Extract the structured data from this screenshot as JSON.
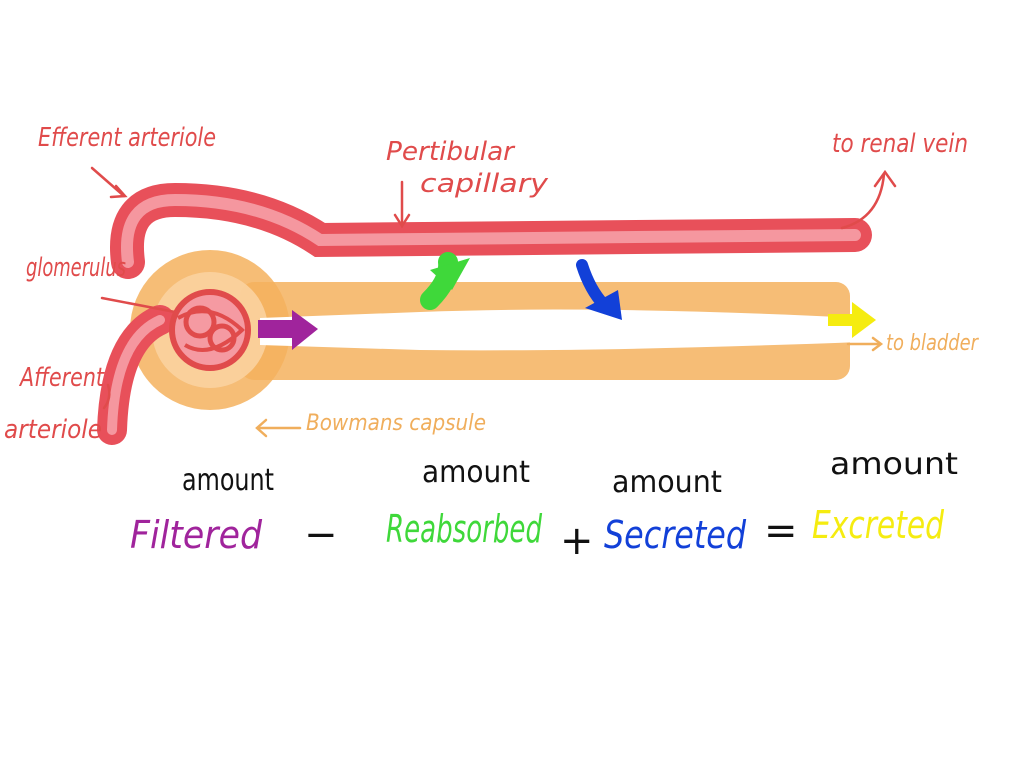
{
  "labels": {
    "efferent": "Efferent arteriole",
    "peritubular_line1": "Pertibular",
    "peritubular_line2": "capillary",
    "renal_vein": "to renal vein",
    "glomerulus": "glomerulus",
    "afferent_line1": "Afferent",
    "afferent_line2": "arteriole",
    "bowmans": "Bowmans capsule",
    "bladder": "to bladder"
  },
  "equation": {
    "amount_label": "amount",
    "filtered": "Filtered",
    "minus": "−",
    "reabsorbed": "Reabsorbed",
    "plus": "+",
    "secreted": "Secreted",
    "equals": "=",
    "excreted": "Excreted"
  },
  "colors": {
    "vessel": "#e8505a",
    "vessel_highlight": "#f7a9b0",
    "tubule": "#f5b25e",
    "tubule_lumen": "#ffffff",
    "filtered": "#a0249c",
    "reabsorbed": "#3fd83a",
    "secreted": "#1240d8",
    "excreted": "#f5ec10"
  }
}
